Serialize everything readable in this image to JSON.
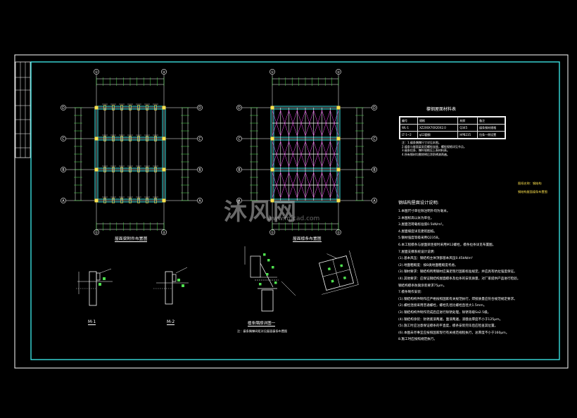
{
  "drawing": {
    "plan1_title": "屋面梁附件布置图",
    "plan2_title": "屋面檩条布置图",
    "detail_m1": "M-1",
    "detail_m2": "M-2",
    "detail_mid_title": "檩条隅撑详图一",
    "detail_mid_note": "注：檩条隅撑间距详见屋面檩条布置图",
    "table_title": "檩钢屋面材料表",
    "table_headers": [
      "编号",
      "规格",
      "材质",
      "备注"
    ],
    "table_rows": [
      [
        "WL-1",
        "XZ200X70X20X2.0",
        "Q345",
        "檩条钢材规格"
      ],
      [
        "LT-1~2",
        "φ12圆钢",
        "HPB235",
        "拉条一侧设置"
      ]
    ],
    "table_notes": [
      "注：1.檩条隅撑尺寸详见本图。",
      "2.檩条与屋面梁采用螺栓连接，螺栓规格详见节点。",
      "3.檩条拉条、撑杆规格见上表材料表。",
      "4.所有钢材均需除锈后涂防锈漆两遍。"
    ],
    "side_label_1": "图纸名称：钢结构",
    "side_label_2": "钢结构屋面檩条布置图",
    "notes_title": "钢结构屋面设计说明:",
    "notes": [
      "1.本图尺寸单位除注明外均为毫米。",
      "2.本图标高以米为单位。",
      "3.屋面活荷载标准值0.5kN/m²。",
      "4.屋面坡度详见建筑图纸。",
      "5.钢材强度等级采用Q235B。",
      "6.本工程檩条与屋面梁连接时采用M12螺栓，檩条拉条详见布置图。",
      "7.屋面支撑系统设计说明:",
      "(1).基本风压：钢结构主体顶部基本风压0.45kN/m²",
      "(2).地面粗糙度：按B类地面粗糙度考虑。",
      "(3).钢材要求：钢结构所用钢材应满足现行国家标准规定，并应具有抗拉强度保证。",
      "(4).其他要求：应保证钢结构屋面檩条及拉条的安装质量，对厂家提供产品进行检验。",
      "钢结构檩条防腐涂装要求75μm。",
      "7.檩条制作安装:",
      "(1).钢结构构件制作应严格按照国家有关规范执行，焊接质量应符合规范规定要求。",
      "(2).螺栓连接采用普通螺栓，螺栓孔径比螺栓直径大1.5mm。",
      "(3).钢结构构件制作完成后应进行除锈处理，除锈等级Sa2.5级。",
      "(4).钢结构涂装：防锈底漆两遍，面漆两遍，漆膜总厚度不小于125μm。",
      "(5).施工时应注意保证檩条的平直度，檩条安装完毕后应检查其位置。",
      "(6).本图未尽事宜应按照国家现行有关规范规程执行，总厚度不小于160μm。",
      "8.施工时应按照规范执行。"
    ],
    "watermark": "沐风网",
    "watermark_url": "www.mfcad.com",
    "axes_cols": [
      "①",
      "②"
    ],
    "axes_rows": [
      "D",
      "C",
      "B",
      "A"
    ]
  },
  "colors": {
    "frame": "#3ff0f0",
    "outer_frame": "#ffffff",
    "beam": "#2fb9b9",
    "purlin": "#ffffff",
    "grid": "#ffffff",
    "brace": "#ff47ff",
    "dim": "#4fe04f",
    "joint": "#ffe34d",
    "text_yellow": "#ffe34d"
  }
}
